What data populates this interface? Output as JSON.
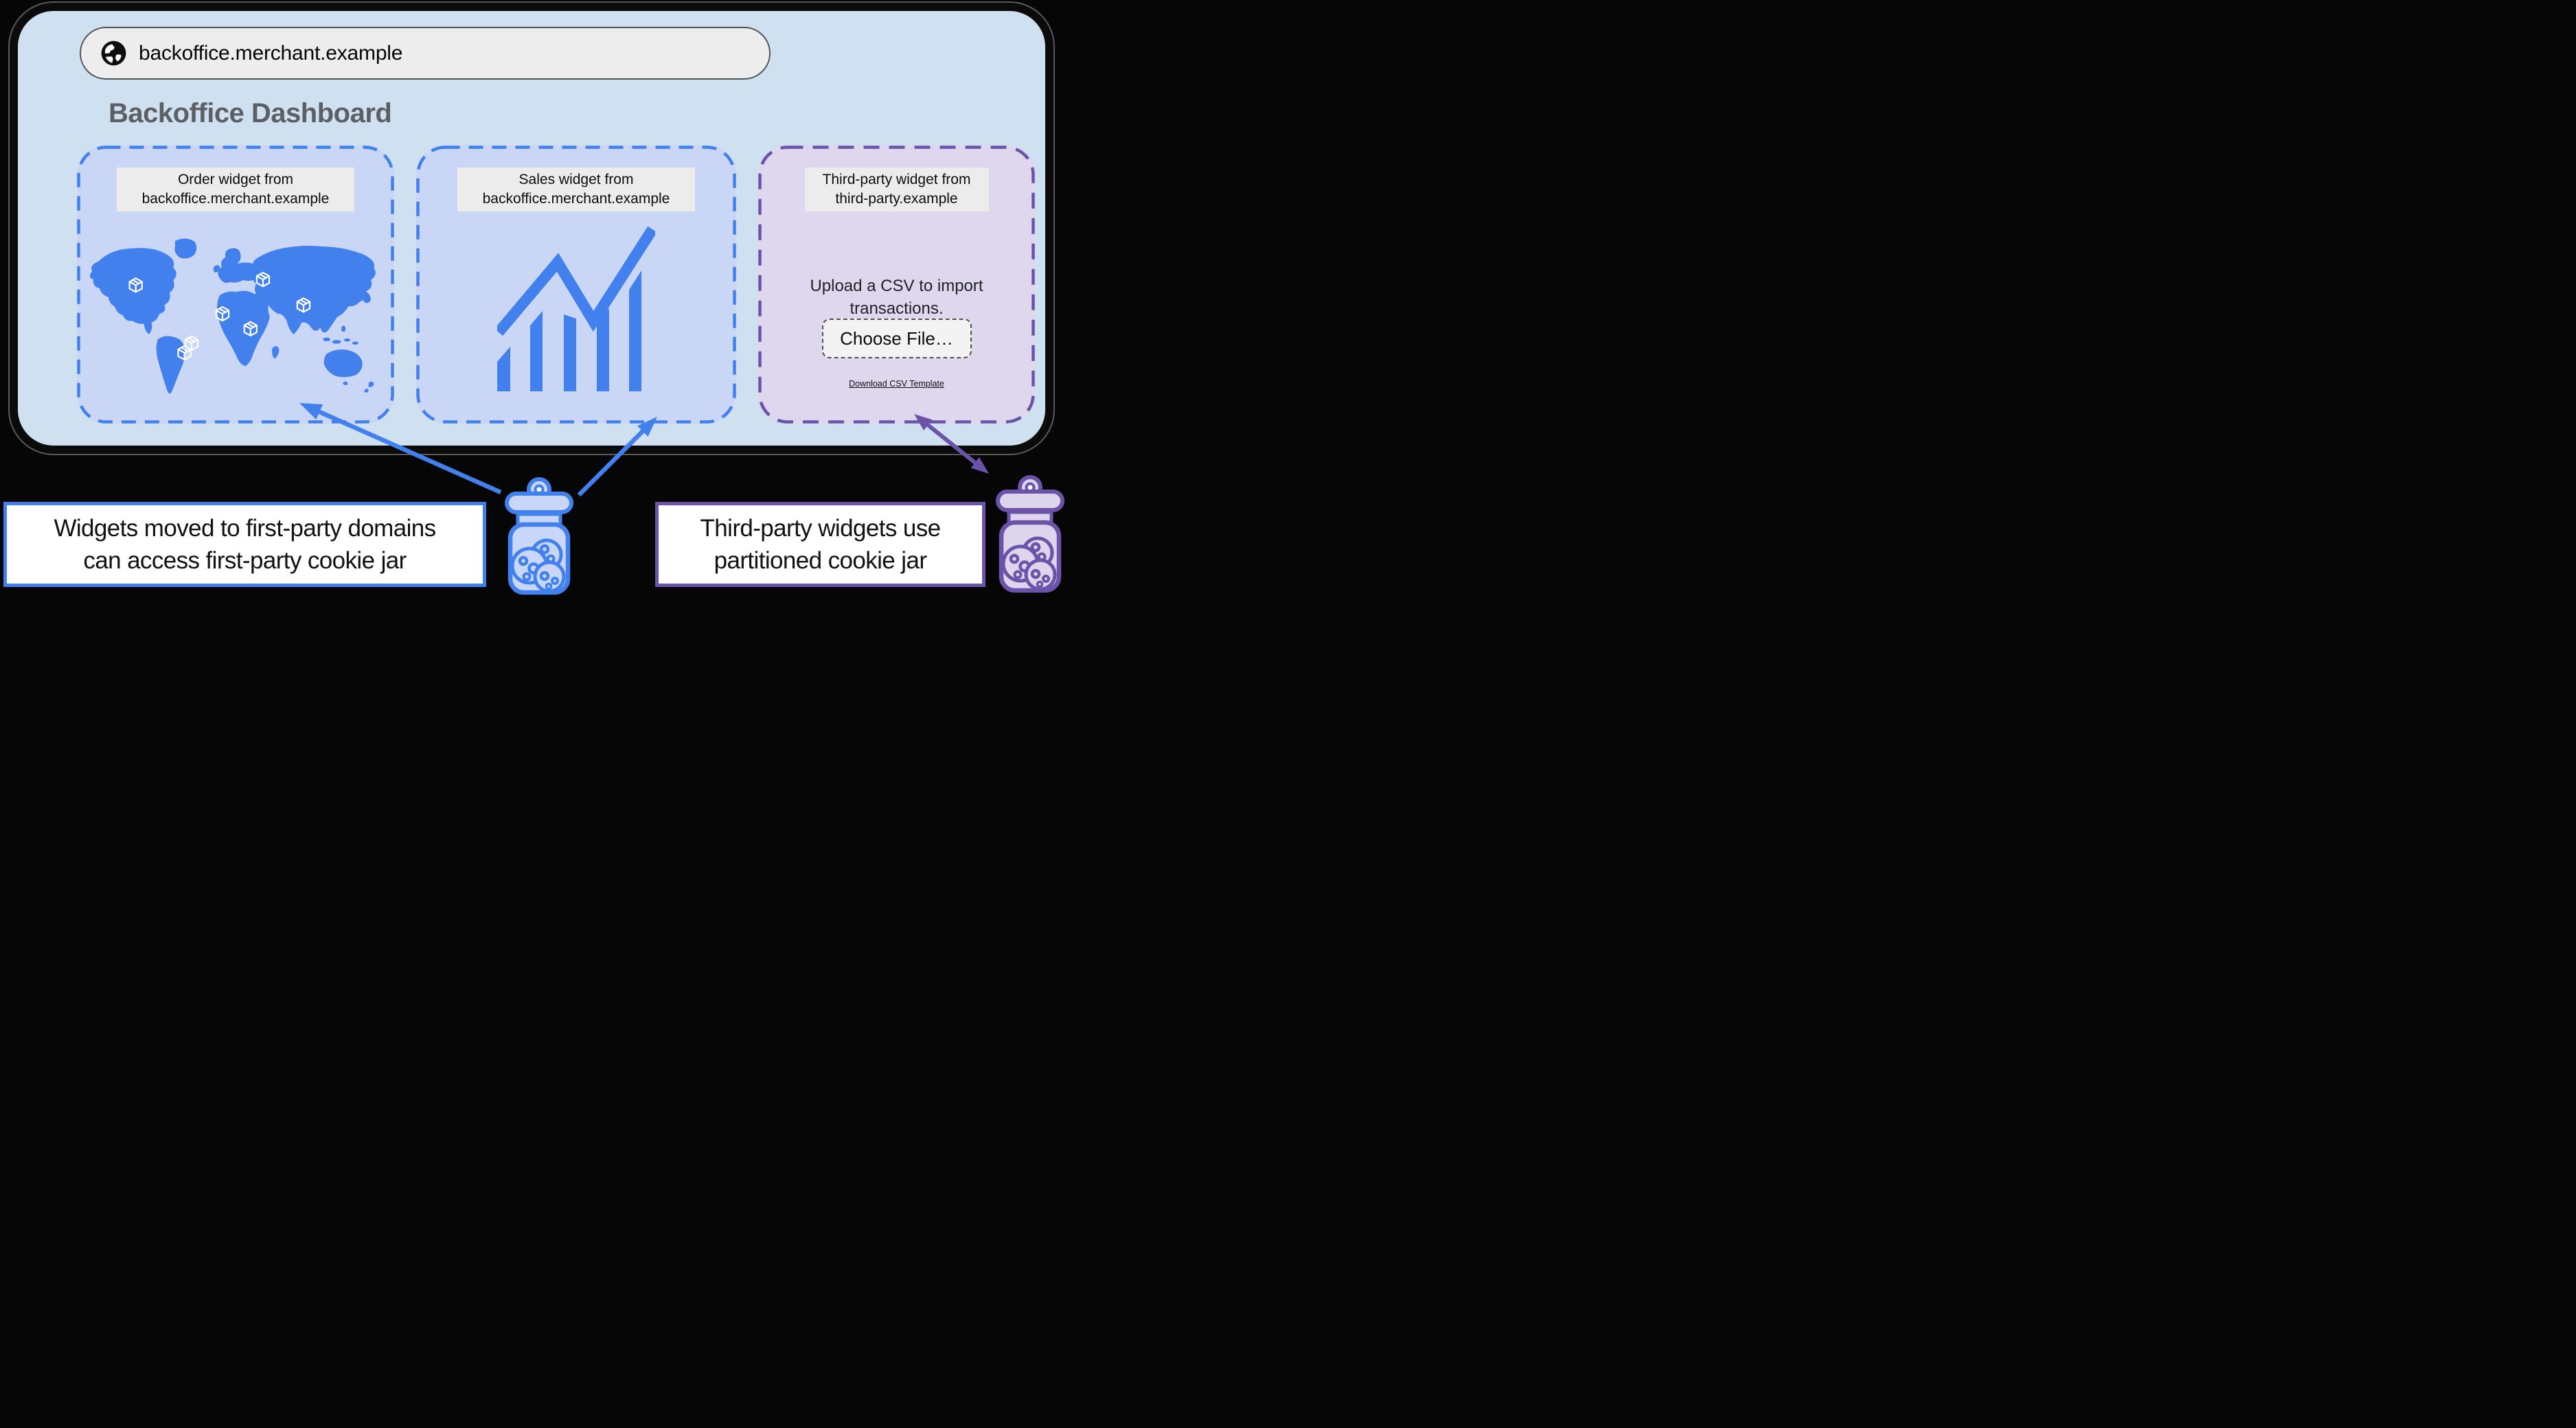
{
  "colors": {
    "blue": "#4280ee",
    "blue_fill": "#c8d7f9",
    "card_blue_bg": "#c9d6f6",
    "purple": "#6a53a9",
    "purple_fill": "#dcd5ec",
    "card_purple_bg": "#ded7ee",
    "window_bg": "#cfe0f1",
    "page_bg": "#060606",
    "label_box_bg": "#ececec",
    "heading_text": "#5c6064",
    "url_bar_bg": "#ededed",
    "url_bar_border": "#525252",
    "button_bg": "#f3f3f3"
  },
  "browser": {
    "url": "backoffice.merchant.example",
    "url_icon": "globe-icon"
  },
  "dashboard": {
    "heading": "Backoffice Dashboard"
  },
  "widgets": [
    {
      "name": "order-widget",
      "label_line1": "Order widget from",
      "label_line2": "backoffice.merchant.example",
      "icon": "world-map",
      "marker_icon": "package-icon",
      "marker_count": 7
    },
    {
      "name": "sales-widget",
      "label_line1": "Sales widget from",
      "label_line2": "backoffice.merchant.example",
      "icon": "bar-line-chart-icon"
    },
    {
      "name": "third-party-widget",
      "label_line1": "Third-party widget from",
      "label_line2": "third-party.example",
      "body_line1": "Upload a CSV to import",
      "body_line2": "transactions.",
      "button_label": "Choose File…",
      "link_label": "Download CSV Template"
    }
  ],
  "annotations": {
    "first_party": {
      "line1": "Widgets moved to first-party domains",
      "line2": "can access first-party cookie jar",
      "jar_icon": "cookie-jar-icon"
    },
    "third_party": {
      "line1": "Third-party widgets use",
      "line2": "partitioned cookie jar",
      "jar_icon": "cookie-jar-icon"
    }
  }
}
